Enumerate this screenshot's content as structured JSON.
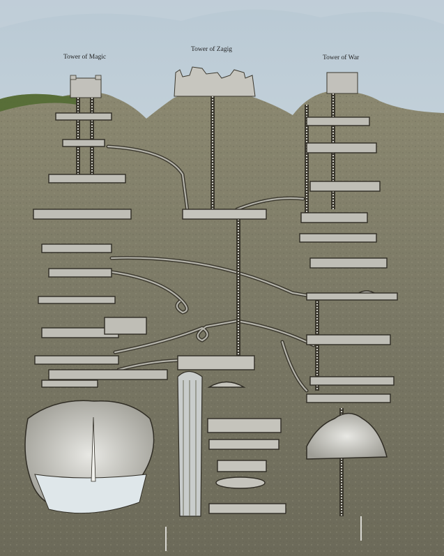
{
  "towers": {
    "magic": "Tower of Magic",
    "zagig": "Tower of Zagig",
    "war": "Tower of War"
  },
  "colors": {
    "sky": "#d7e0e6",
    "earth": "#7d7b6a",
    "rock": "#b9b8b0",
    "shadow": "#3a372d",
    "grass": "#4f6a2f",
    "water": "#dfe7ea"
  }
}
